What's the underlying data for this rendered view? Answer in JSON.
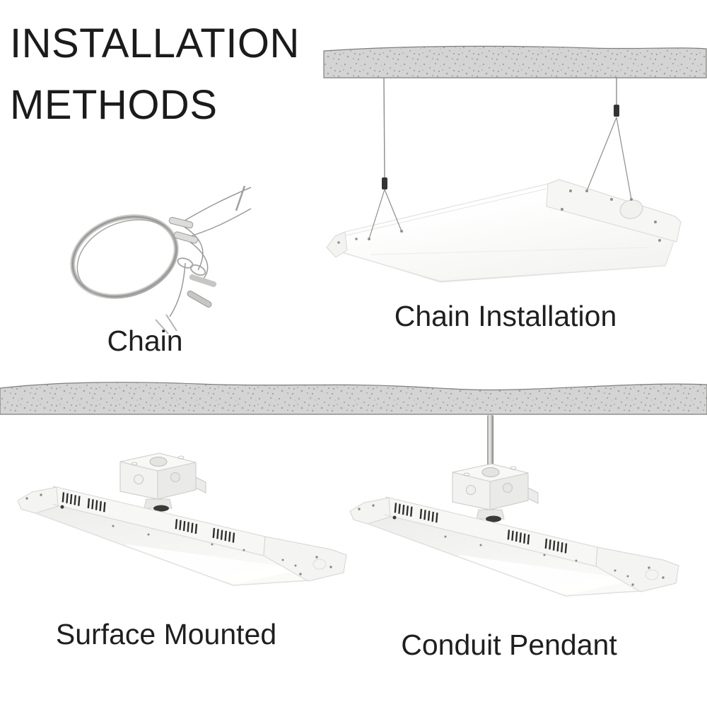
{
  "title": {
    "text": "INSTALLATION METHODS"
  },
  "figures": {
    "chain_kit": {
      "label": "Chain",
      "icon": "cable-hanging-kit-icon"
    },
    "chain_installation": {
      "label": "Chain Installation",
      "icon": "highbay-light-hanging-icon"
    },
    "surface_mounted": {
      "label": "Surface Mounted",
      "icon": "highbay-light-junction-box-icon"
    },
    "conduit_pendant": {
      "label": "Conduit Pendant",
      "icon": "highbay-light-conduit-rod-icon"
    }
  },
  "colors": {
    "background": "#ffffff",
    "text": "#1e1e1e",
    "ceiling_fill": "#d4d4d4",
    "ceiling_speckle": "#9a9a98",
    "ceiling_outline": "#7e7e7c",
    "fixture_white": "#fbfbfa",
    "fixture_outline": "#d9d9d7",
    "cable": "#8c8c8a",
    "conduit_metal": "#b9b9b7"
  }
}
